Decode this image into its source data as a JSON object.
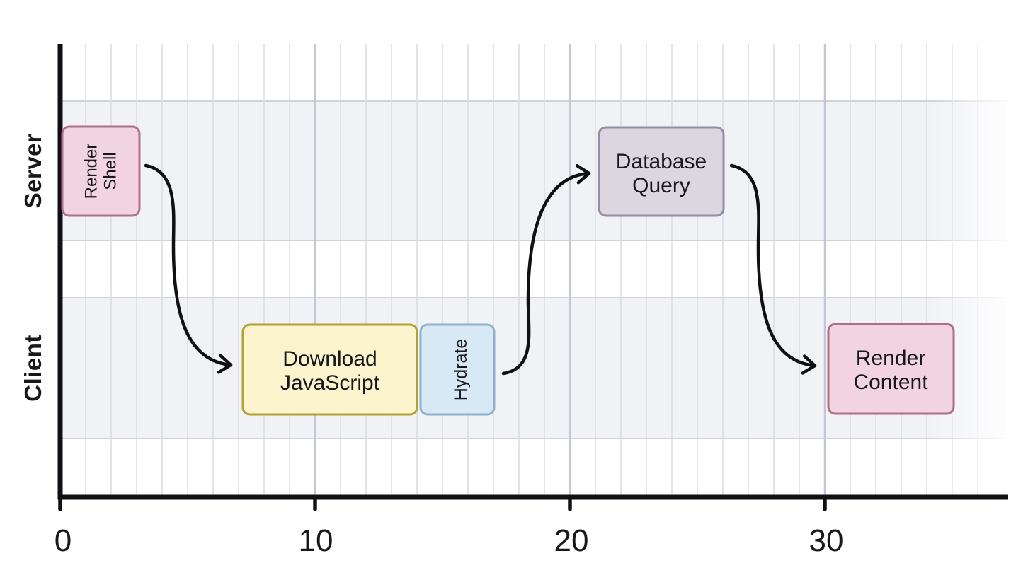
{
  "chart_data": {
    "type": "timeline-gantt",
    "title": "",
    "xlabel": "",
    "ylabel": "",
    "x_ticks": [
      "0",
      "10",
      "20",
      "30"
    ],
    "x_tick_values": [
      0,
      10,
      20,
      30
    ],
    "xlim": [
      0,
      37
    ],
    "grid": "on",
    "legend": "none",
    "lanes": [
      {
        "label": "Server"
      },
      {
        "label": "Client"
      }
    ],
    "tasks": [
      {
        "label": "Render Shell",
        "label_lines": [
          "Render",
          "Shell"
        ],
        "lane": "Server",
        "start": 0,
        "end": 3,
        "fill": "#f1d4df",
        "border": "#b06f88",
        "text_rotation": -90
      },
      {
        "label": "Download JavaScript",
        "label_lines": [
          "Download",
          "JavaScript"
        ],
        "lane": "Client",
        "start": 7,
        "end": 14,
        "fill": "#fbf4cd",
        "border": "#b2a135",
        "text_rotation": 0
      },
      {
        "label": "Hydrate",
        "label_lines": [
          "Hydrate"
        ],
        "lane": "Client",
        "start": 14,
        "end": 17,
        "fill": "#d8e9f6",
        "border": "#8fb2c9",
        "text_rotation": -90
      },
      {
        "label": "Database Query",
        "label_lines": [
          "Database",
          "Query"
        ],
        "lane": "Server",
        "start": 21,
        "end": 26,
        "fill": "#dcd6e0",
        "border": "#958da1",
        "text_rotation": 0
      },
      {
        "label": "Render Content",
        "label_lines": [
          "Render",
          "Content"
        ],
        "lane": "Client",
        "start": 30,
        "end": 35,
        "fill": "#f1d4df",
        "border": "#b06f88",
        "text_rotation": 0
      }
    ],
    "arrows": [
      {
        "from": "Render Shell",
        "to": "Download JavaScript"
      },
      {
        "from": "Hydrate",
        "to": "Database Query"
      },
      {
        "from": "Database Query",
        "to": "Render Content"
      }
    ],
    "colors": {
      "background": "#ffffff",
      "lane_band": "#f1f2f6",
      "grid_minor": "#dcdce4",
      "grid_major": "#c7c7d3",
      "band_edge": "#d1d1db",
      "axis": "#101014",
      "arrow": "#101014",
      "text": "#17171c"
    }
  }
}
